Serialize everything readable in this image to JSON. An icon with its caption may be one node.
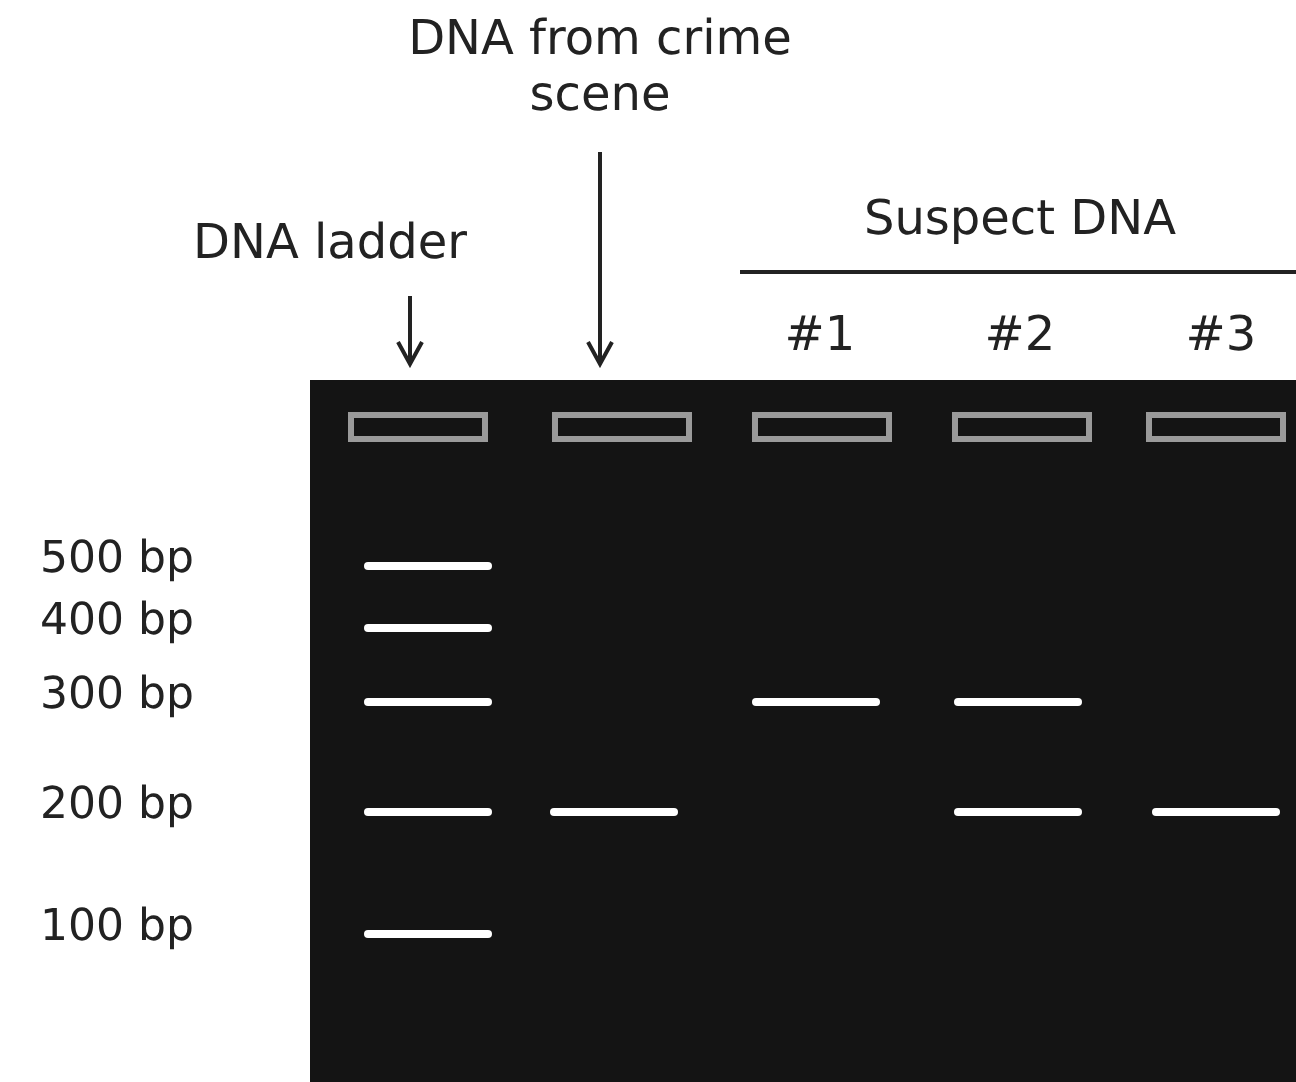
{
  "diagram": {
    "nodes": [
      {
        "text": [
          "DNA from crime scene"
        ]
      },
      {
        "text": [
          "DNA ladder"
        ]
      },
      {
        "text": [],
        "shape": "box"
      },
      {
        "text": [],
        "shape": "box",
        "in": 2
      },
      {
        "text": [],
        "shape": "box",
        "in": 2
      },
      {
        "text": [],
        "shape": "box",
        "in": 2
      },
      {
        "text": [],
        "shape": "box",
        "in": 2
      },
      {
        "text": [],
        "shape": "box",
        "in": 2
      }
    ],
    "edges": [
      {
        "from": 1,
        "to": 3,
        "arrow": "to"
      },
      {
        "from": 0,
        "to": 4,
        "arrow": "to"
      }
    ],
    "labels": [
      "Suspect DNA",
      "#1",
      "#2",
      "#3",
      "500 bp",
      "400 bp",
      "300 bp",
      "200 bp",
      "100 bp"
    ]
  }
}
